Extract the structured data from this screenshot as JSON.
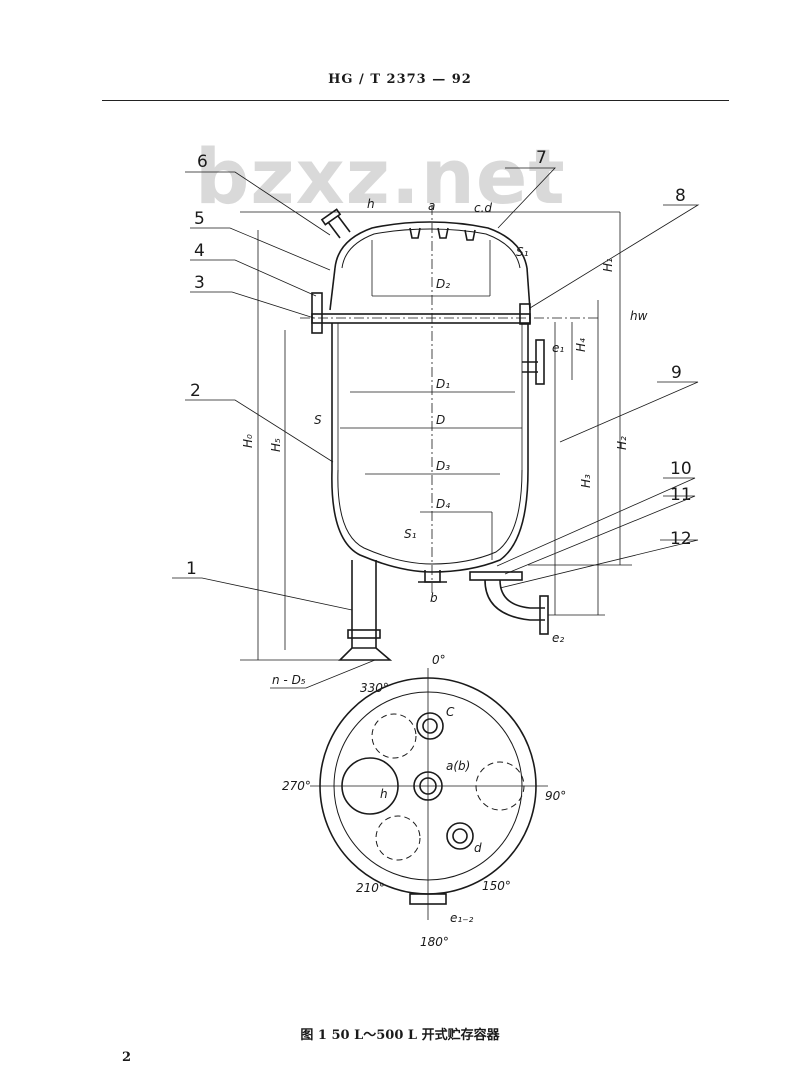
{
  "header": {
    "standard_number": "HG / T 2373 — 92"
  },
  "watermark": "bzxz.net",
  "parts": [
    "1",
    "2",
    "3",
    "4",
    "5",
    "6",
    "7",
    "8",
    "9",
    "10",
    "11",
    "12"
  ],
  "labels": {
    "h": "h",
    "a": "a",
    "cd": "c.d",
    "b": "b",
    "S1": "S₁",
    "S1_bottom": "S₁",
    "S": "S",
    "D1": "D₁",
    "D2": "D₂",
    "D": "D",
    "D3": "D₃",
    "D4": "D₄",
    "e1": "e₁",
    "e2": "e₂",
    "H0": "H₀",
    "H1": "H₁",
    "H2": "H₂",
    "H3": "H₃",
    "H4": "H₄",
    "H5": "H₅",
    "hw": "hw",
    "nD5": "n - D₅"
  },
  "plan_view": {
    "deg0": "0°",
    "deg90": "90°",
    "deg180": "180°",
    "deg270": "270°",
    "deg330": "330°",
    "deg210": "210°",
    "deg150": "150°",
    "c": "C",
    "ab": "a(b)",
    "h": "h",
    "d": "d",
    "e12": "e₁₋₂"
  },
  "caption": "图 1   50 L～500 L 开式贮存容器",
  "page_number": "2"
}
